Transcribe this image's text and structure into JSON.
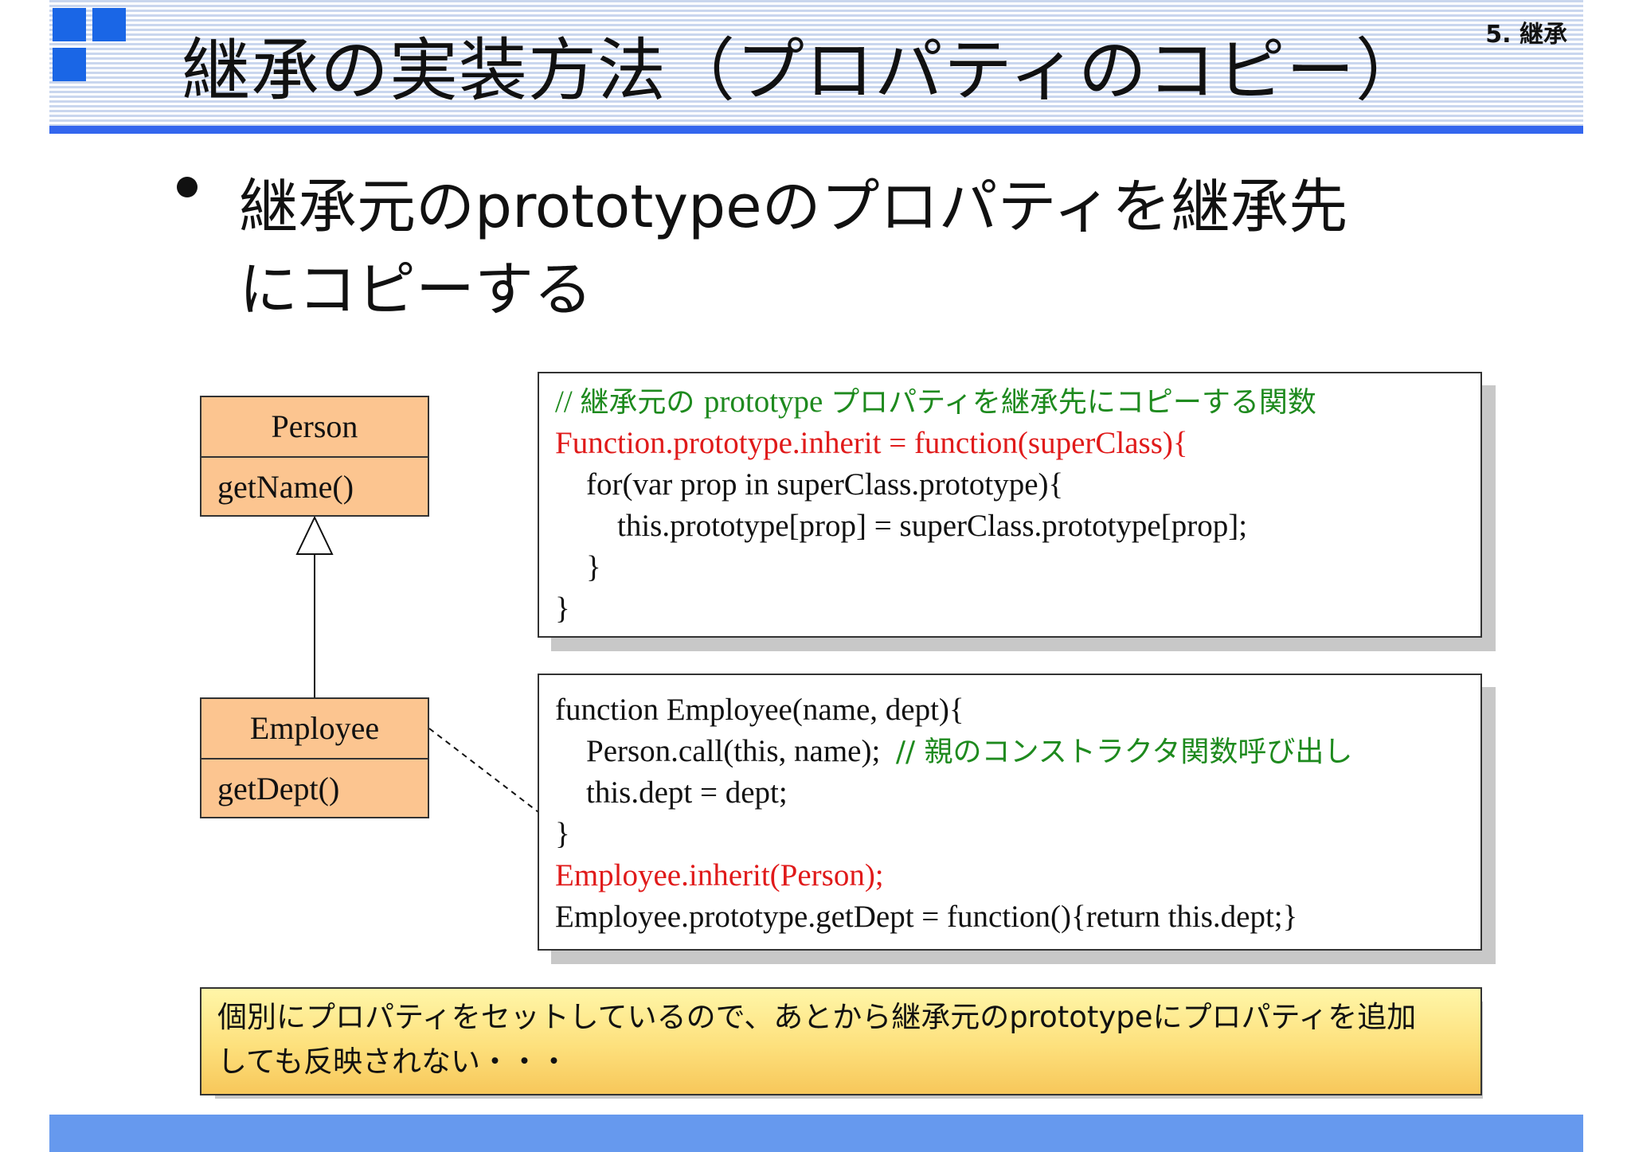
{
  "header": {
    "title": "継承の実装方法（プロパティのコピー）",
    "section": "5. 継承"
  },
  "bullet": {
    "line1": "継承元のprototypeのプロパティを継承先",
    "line2": "にコピーする"
  },
  "uml": {
    "parent": {
      "name": "Person",
      "method": "getName()"
    },
    "child": {
      "name": "Employee",
      "method": "getDept()"
    }
  },
  "code1": {
    "comment_prefix": "// ",
    "comment_jp1": "継承元の ",
    "comment_word": "prototype ",
    "comment_jp2": "プロパティを継承先にコピーする関数",
    "line2": "Function.prototype.inherit = function(superClass){",
    "line3": "    for(var prop in superClass.prototype){",
    "line4": "        this.prototype[prop] = superClass.prototype[prop];",
    "line5": "    }",
    "line6": "}"
  },
  "code2": {
    "line1": "function Employee(name, dept){",
    "line2": "    Person.call(this, name);  ",
    "line2_comment": "// 親のコンストラクタ関数呼び出し",
    "line3": "    this.dept = dept;",
    "line4": "}",
    "line5": "Employee.inherit(Person);",
    "line6": "Employee.prototype.getDept = function(){return this.dept;}"
  },
  "note": {
    "line1": "個別にプロパティをセットしているので、あとから継承元のprototypeにプロパティを追加",
    "line2": "しても反映されない・・・"
  },
  "colors": {
    "header_rule": "#3366ee",
    "logo": "#1a66e6",
    "uml_fill": "#fcc590",
    "code_red": "#e01a1a",
    "code_green": "#1e8a1e",
    "note_fill": "#fde07c",
    "footer": "#6699ee"
  }
}
